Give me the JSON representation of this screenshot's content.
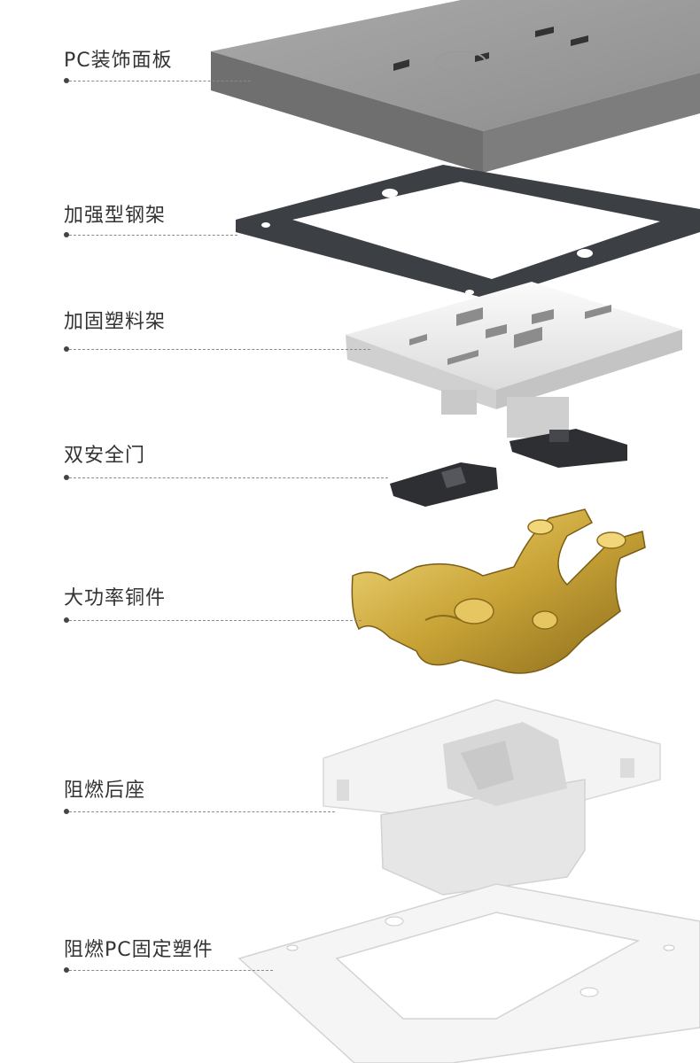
{
  "components": [
    {
      "key": "panel",
      "label": "PC装饰面板"
    },
    {
      "key": "steel_frame",
      "label": "加强型钢架"
    },
    {
      "key": "plastic_frame",
      "label": "加固塑料架"
    },
    {
      "key": "shutter",
      "label": "双安全门"
    },
    {
      "key": "copper",
      "label": "大功率铜件"
    },
    {
      "key": "back_base",
      "label": "阻燃后座"
    },
    {
      "key": "fixing_plate",
      "label": "阻燃PC固定塑件"
    }
  ],
  "colors": {
    "label_text": "#333333",
    "panel_gray": "#8c8c8c",
    "steel_dark": "#3c3f44",
    "plastic_white": "#f2f2f2",
    "copper_gold": "#c9a437"
  }
}
